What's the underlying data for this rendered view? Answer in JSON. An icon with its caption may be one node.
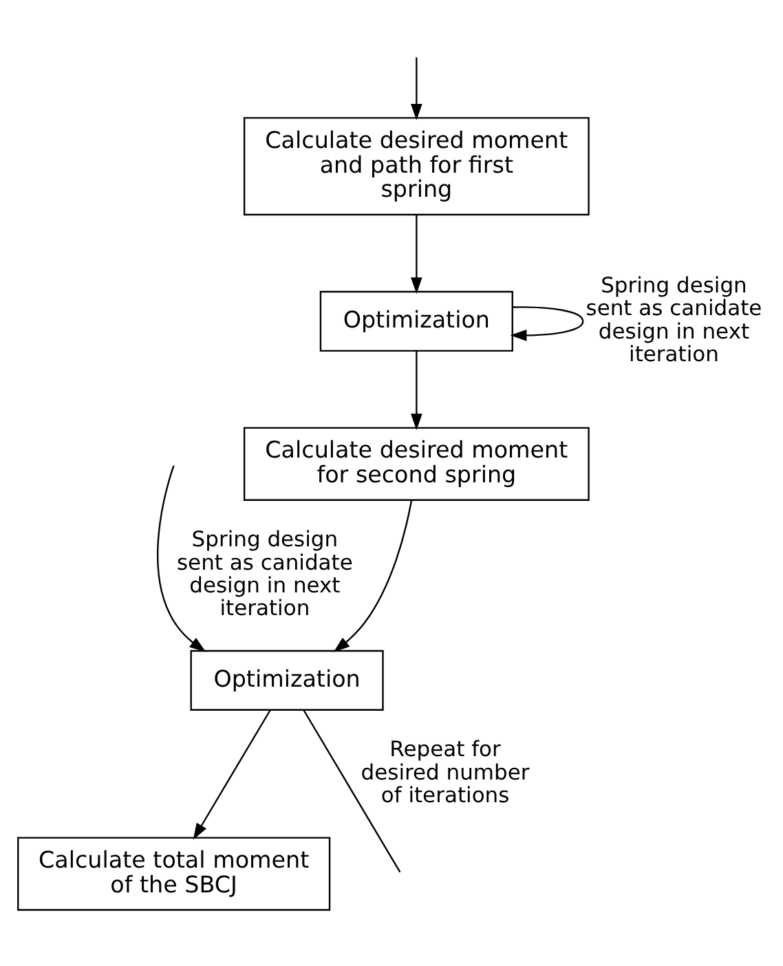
{
  "diagram": {
    "nodes": [
      {
        "text": [
          "Calculate desired moment and path for first spring"
        ]
      },
      {
        "text": [
          "Optimization"
        ]
      },
      {
        "text": [
          "Calculate desired moment for second spring"
        ]
      },
      {
        "text": [
          "Optimization"
        ]
      },
      {
        "text": [
          "Calculate total moment of the SBCJ"
        ]
      }
    ],
    "edges": [
      {
        "from": null,
        "to": 0,
        "arrow": "to"
      },
      {
        "from": 0,
        "to": 1,
        "arrow": "to"
      },
      {
        "from": 1,
        "to": 2,
        "arrow": "to"
      },
      {
        "from": 1,
        "to": 1,
        "arrow": "to",
        "label": "Spring design sent as canidate design in next iteration"
      },
      {
        "from": 2,
        "to": 3,
        "arrow": "to"
      },
      {
        "from": null,
        "to": 3,
        "arrow": "to",
        "label": "Spring design sent as canidate design in next iteration"
      },
      {
        "from": 3,
        "to": 4,
        "arrow": "to"
      },
      {
        "from": 3,
        "to": null,
        "arrow": "none",
        "label": "Repeat for desired number of iterations"
      }
    ]
  }
}
